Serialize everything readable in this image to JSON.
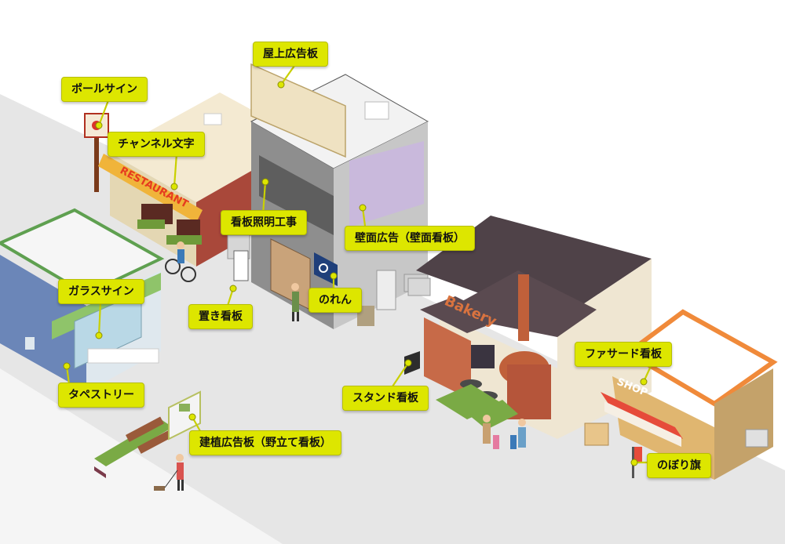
{
  "labels": {
    "rooftop_sign": "屋上広告板",
    "pole_sign": "ポールサイン",
    "channel_letters": "チャンネル文字",
    "sign_lighting": "看板照明工事",
    "wall_ad": "壁面広告（壁面看板）",
    "floor_sign": "置き看板",
    "noren": "のれん",
    "glass_sign": "ガラスサイン",
    "tapestry": "タペストリー",
    "stand_sign": "スタンド看板",
    "facade_sign": "ファサード看板",
    "nobori_flag": "のぼり旗",
    "billboard": "建植広告板（野立て看板）"
  },
  "storefront_text": {
    "restaurant": "RESTAURANT",
    "bakery": "Bakery",
    "shop": "SHOP"
  },
  "colors": {
    "label_bg": "#dde600",
    "ground": "#e6e6e6"
  }
}
